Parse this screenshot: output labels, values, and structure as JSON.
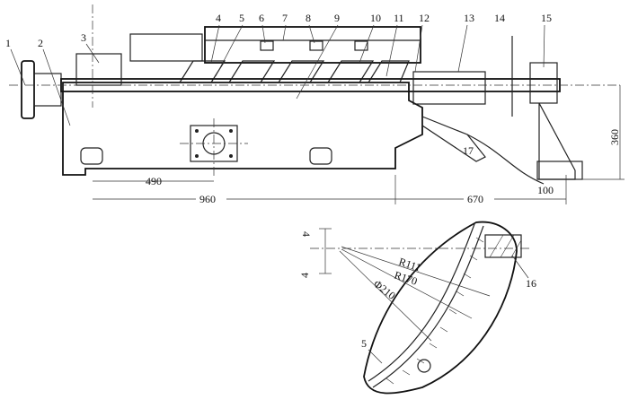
{
  "drawing": {
    "part_labels": [
      "1",
      "2",
      "3",
      "4",
      "5",
      "6",
      "7",
      "8",
      "9",
      "10",
      "11",
      "12",
      "13",
      "14",
      "15",
      "16",
      "17"
    ],
    "dimensions": {
      "d490": "490",
      "d960": "960",
      "d670": "670",
      "d100": "100",
      "d360": "360"
    },
    "section": {
      "marker_top": "4",
      "marker_bottom": "4",
      "r111": "R111",
      "r170": "R170",
      "phi210": "Φ210",
      "label_5": "5",
      "label_16": "16"
    }
  }
}
